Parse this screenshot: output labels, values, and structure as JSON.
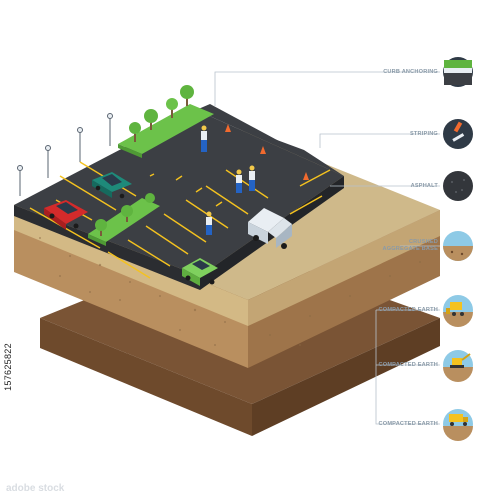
{
  "labels": [
    {
      "text": "CURB ANCHORING",
      "icon": "curb-anchoring-icon"
    },
    {
      "text": "STRIPING",
      "icon": "striping-icon"
    },
    {
      "text": "ASPHALT",
      "icon": "asphalt-icon"
    },
    {
      "text": "CRUSHED AGGREGATE BASE",
      "line1": "CRUSHED",
      "line2": "AGGREGATE BASE",
      "icon": "aggregate-icon"
    },
    {
      "text": "COMPACTED EARTH",
      "icon": "bulldozer-icon"
    },
    {
      "text": "COMPACTED EARTH",
      "icon": "excavator-icon"
    },
    {
      "text": "COMPACTED EARTH",
      "icon": "dump-truck-icon"
    }
  ],
  "stock_id": "157625822",
  "brand": "adobe stock",
  "colors": {
    "asphalt": "#3a3d42",
    "asphalt_side": "#2c2e33",
    "gravel_top": "#cfb98a",
    "gravel_front": "#c6a877",
    "earth_front": "#a77e55",
    "deep_earth": "#6e4a2c",
    "grass": "#6cc24a",
    "line_yellow": "#f4c21f",
    "label_gray": "#8a9aa8",
    "icon_ring": "#2f3a46"
  }
}
